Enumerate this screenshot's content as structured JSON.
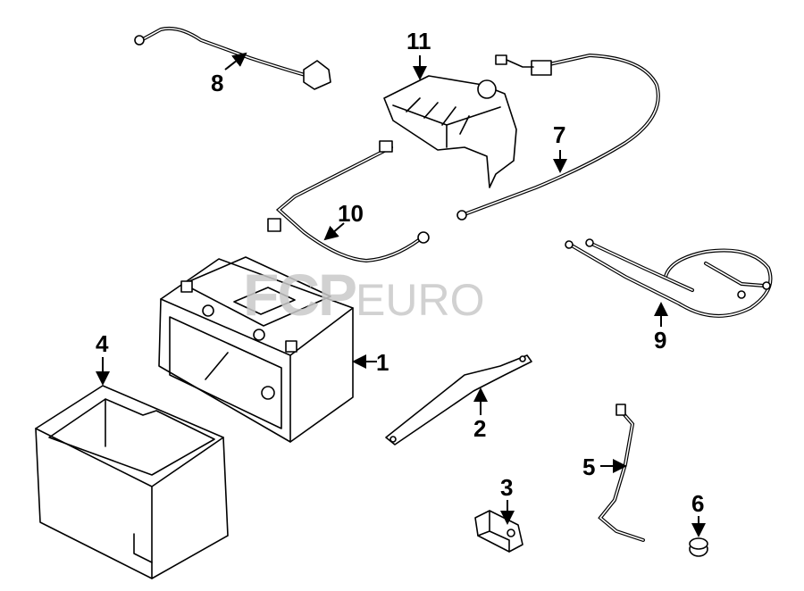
{
  "diagram": {
    "watermark": "FCP EURO",
    "callouts": [
      "1",
      "2",
      "3",
      "4",
      "5",
      "6",
      "7",
      "8",
      "9",
      "10",
      "11"
    ]
  }
}
